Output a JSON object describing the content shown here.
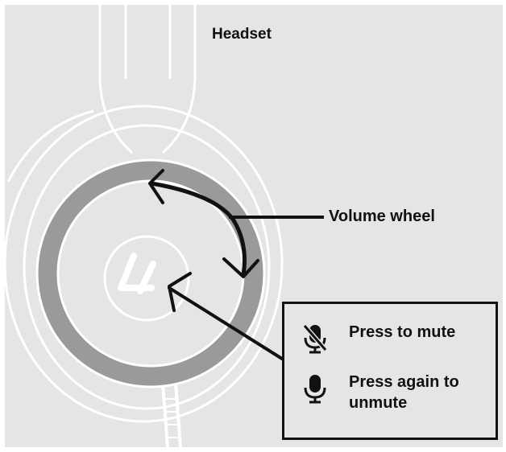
{
  "labels": {
    "headset": "Headset",
    "volume_wheel": "Volume wheel"
  },
  "callout": {
    "mute": "Press to mute",
    "unmute": "Press again to\nunmute"
  },
  "icons": {
    "mute": "microphone-muted-icon",
    "unmute": "microphone-icon"
  },
  "colors": {
    "background": "#e5e5e5",
    "outline": "#ffffff",
    "wheel_ring": "#9a9a9a",
    "ink": "#111111"
  }
}
